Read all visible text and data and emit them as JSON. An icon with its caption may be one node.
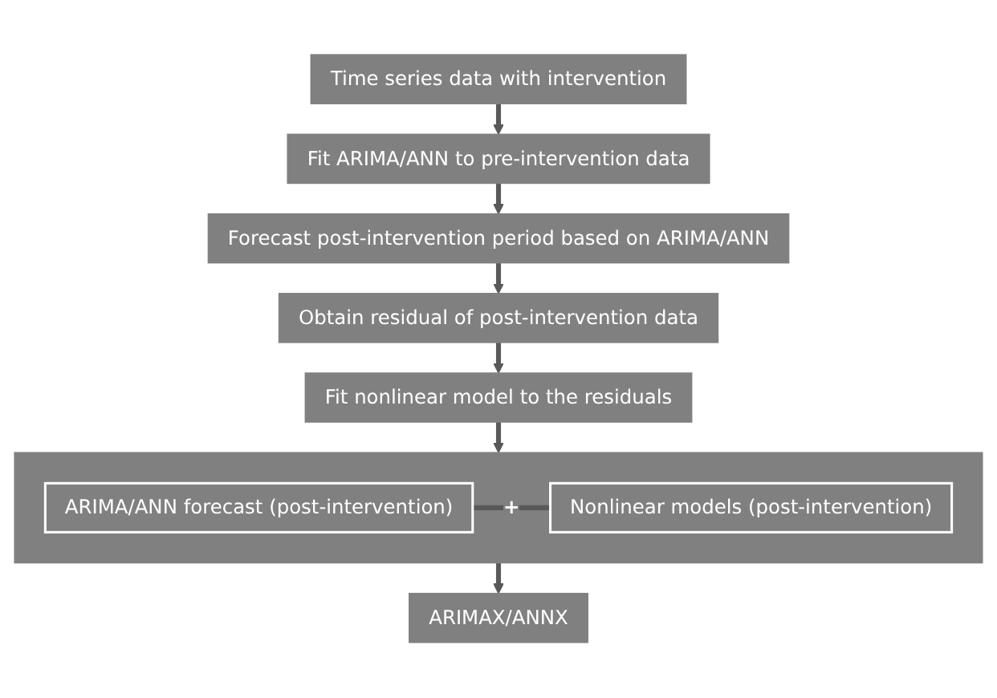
{
  "diagram": {
    "nodes": [
      {
        "text": [
          "Time series data with intervention"
        ]
      },
      {
        "text": [
          "Fit ARIMA/ANN to pre-intervention data"
        ]
      },
      {
        "text": [
          "Forecast post-intervention period based on ARIMA/ANN"
        ]
      },
      {
        "text": [
          "Obtain residual of post-intervention data"
        ]
      },
      {
        "text": [
          "Fit nonlinear model to the residuals"
        ]
      },
      {
        "text": [],
        "shape": "band"
      },
      {
        "text": [
          "ARIMA/ANN forecast (post-intervention)"
        ],
        "in": 5
      },
      {
        "text": [
          "Nonlinear models (post-intervention)"
        ],
        "in": 5
      },
      {
        "text": [
          "ARIMAX/ANNX"
        ]
      }
    ],
    "edges": [
      {
        "from": 0,
        "to": 1,
        "arrow": "to"
      },
      {
        "from": 1,
        "to": 2,
        "arrow": "to"
      },
      {
        "from": 2,
        "to": 3,
        "arrow": "to"
      },
      {
        "from": 3,
        "to": 4,
        "arrow": "to"
      },
      {
        "from": 4,
        "to": 5,
        "arrow": "to"
      },
      {
        "from": 6,
        "to": 7,
        "arrow": "none",
        "label": "+"
      },
      {
        "from": 5,
        "to": 8,
        "arrow": "to"
      }
    ]
  }
}
